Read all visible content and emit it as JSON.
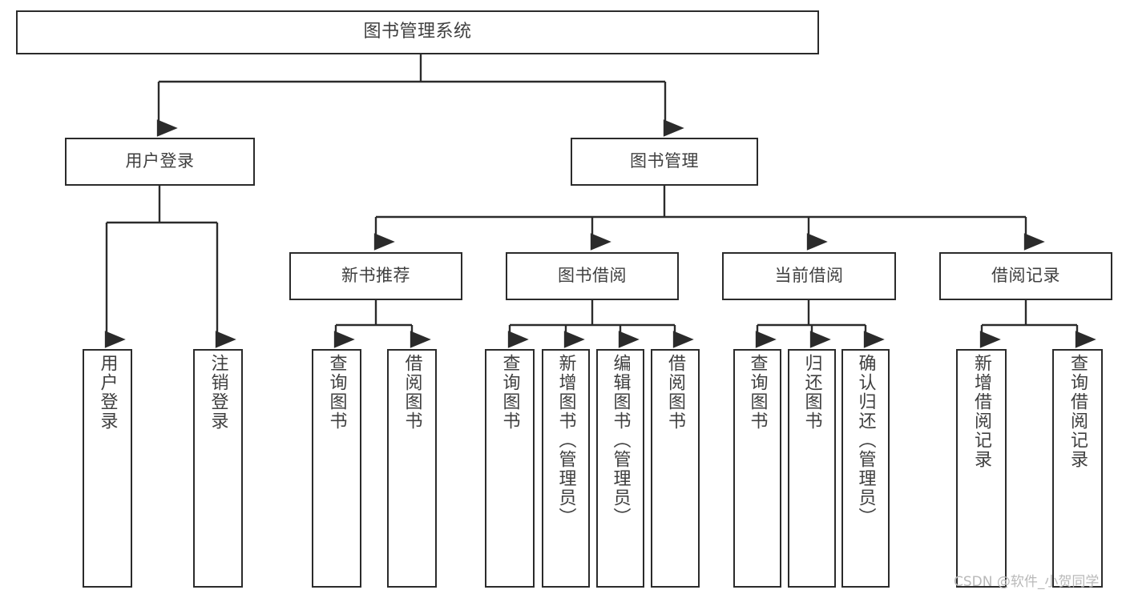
{
  "diagram": {
    "title": "图书管理系统",
    "watermark": "CSDN @软件_小贺同学",
    "accent_color": "#2b2b2b",
    "text_color": "#3f3f3f",
    "background_color": "#ffffff",
    "levels": {
      "root": {
        "label": "图书管理系统"
      },
      "level2": [
        {
          "label": "用户登录"
        },
        {
          "label": "图书管理"
        }
      ],
      "level3": [
        {
          "label": "新书推荐"
        },
        {
          "label": "图书借阅"
        },
        {
          "label": "当前借阅"
        },
        {
          "label": "借阅记录"
        }
      ],
      "leaves": {
        "user_login": [
          {
            "label": "用户登录"
          },
          {
            "label": "注销登录"
          }
        ],
        "new_book_recommend": [
          {
            "label": "查询图书"
          },
          {
            "label": "借阅图书"
          }
        ],
        "book_borrow": [
          {
            "label": "查询图书"
          },
          {
            "label": "新增图书（管理员）"
          },
          {
            "label": "编辑图书（管理员）"
          },
          {
            "label": "借阅图书"
          }
        ],
        "current_borrow": [
          {
            "label": "查询图书"
          },
          {
            "label": "归还图书"
          },
          {
            "label": "确认归还（管理员）"
          }
        ],
        "borrow_record": [
          {
            "label": "新增借阅记录"
          },
          {
            "label": "查询借阅记录"
          }
        ]
      }
    }
  }
}
